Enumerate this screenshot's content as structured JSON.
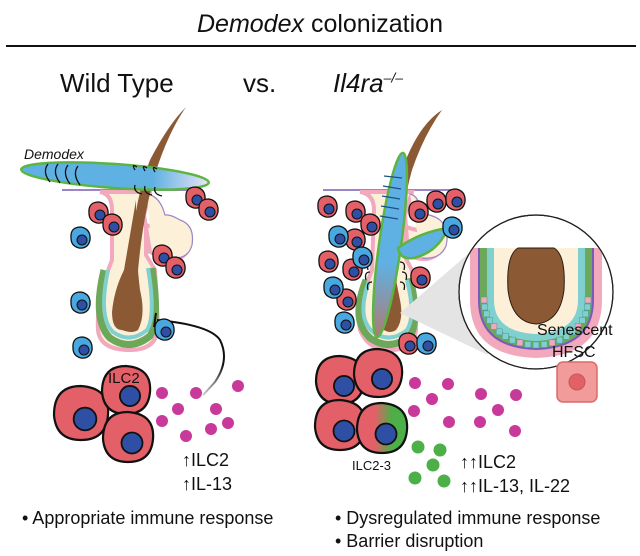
{
  "title": {
    "italic": "Demodex",
    "rest": " colonization"
  },
  "left_panel": {
    "heading": "Wild Type",
    "mite_label": "Demodex",
    "cell_label": "ILC2",
    "stats": [
      {
        "arrow": "↑",
        "text": "ILC2"
      },
      {
        "arrow": "↑",
        "text": "IL-13"
      }
    ],
    "bullets": [
      "• Appropriate immune response"
    ]
  },
  "versus": "vs.",
  "right_panel": {
    "heading": "Il4ra",
    "heading_sup": "–/–",
    "cell_label": "ILC2-3",
    "senescent_label_1": "Senescent",
    "senescent_label_2": "HFSC",
    "stats": [
      {
        "arrow": "↑↑",
        "text": "ILC2"
      },
      {
        "arrow": "↑↑",
        "text": "IL-13, IL-22"
      }
    ],
    "bullets": [
      "• Dysregulated immune response",
      "• Barrier disruption"
    ]
  },
  "colors": {
    "ilc2_cell": "#e36068",
    "nucleus": "#2e4fa3",
    "immune_blue": "#4aa8e0",
    "cytokine_magenta": "#c8399a",
    "cytokine_green": "#4caf47",
    "hair": "#8b5a34",
    "sheath_pink": "#f2a8bd",
    "cream": "#fcf0d8",
    "mite_blue": "#5fb1e3",
    "mite_outline": "#5cb443",
    "senescent": "#f19b9b"
  }
}
